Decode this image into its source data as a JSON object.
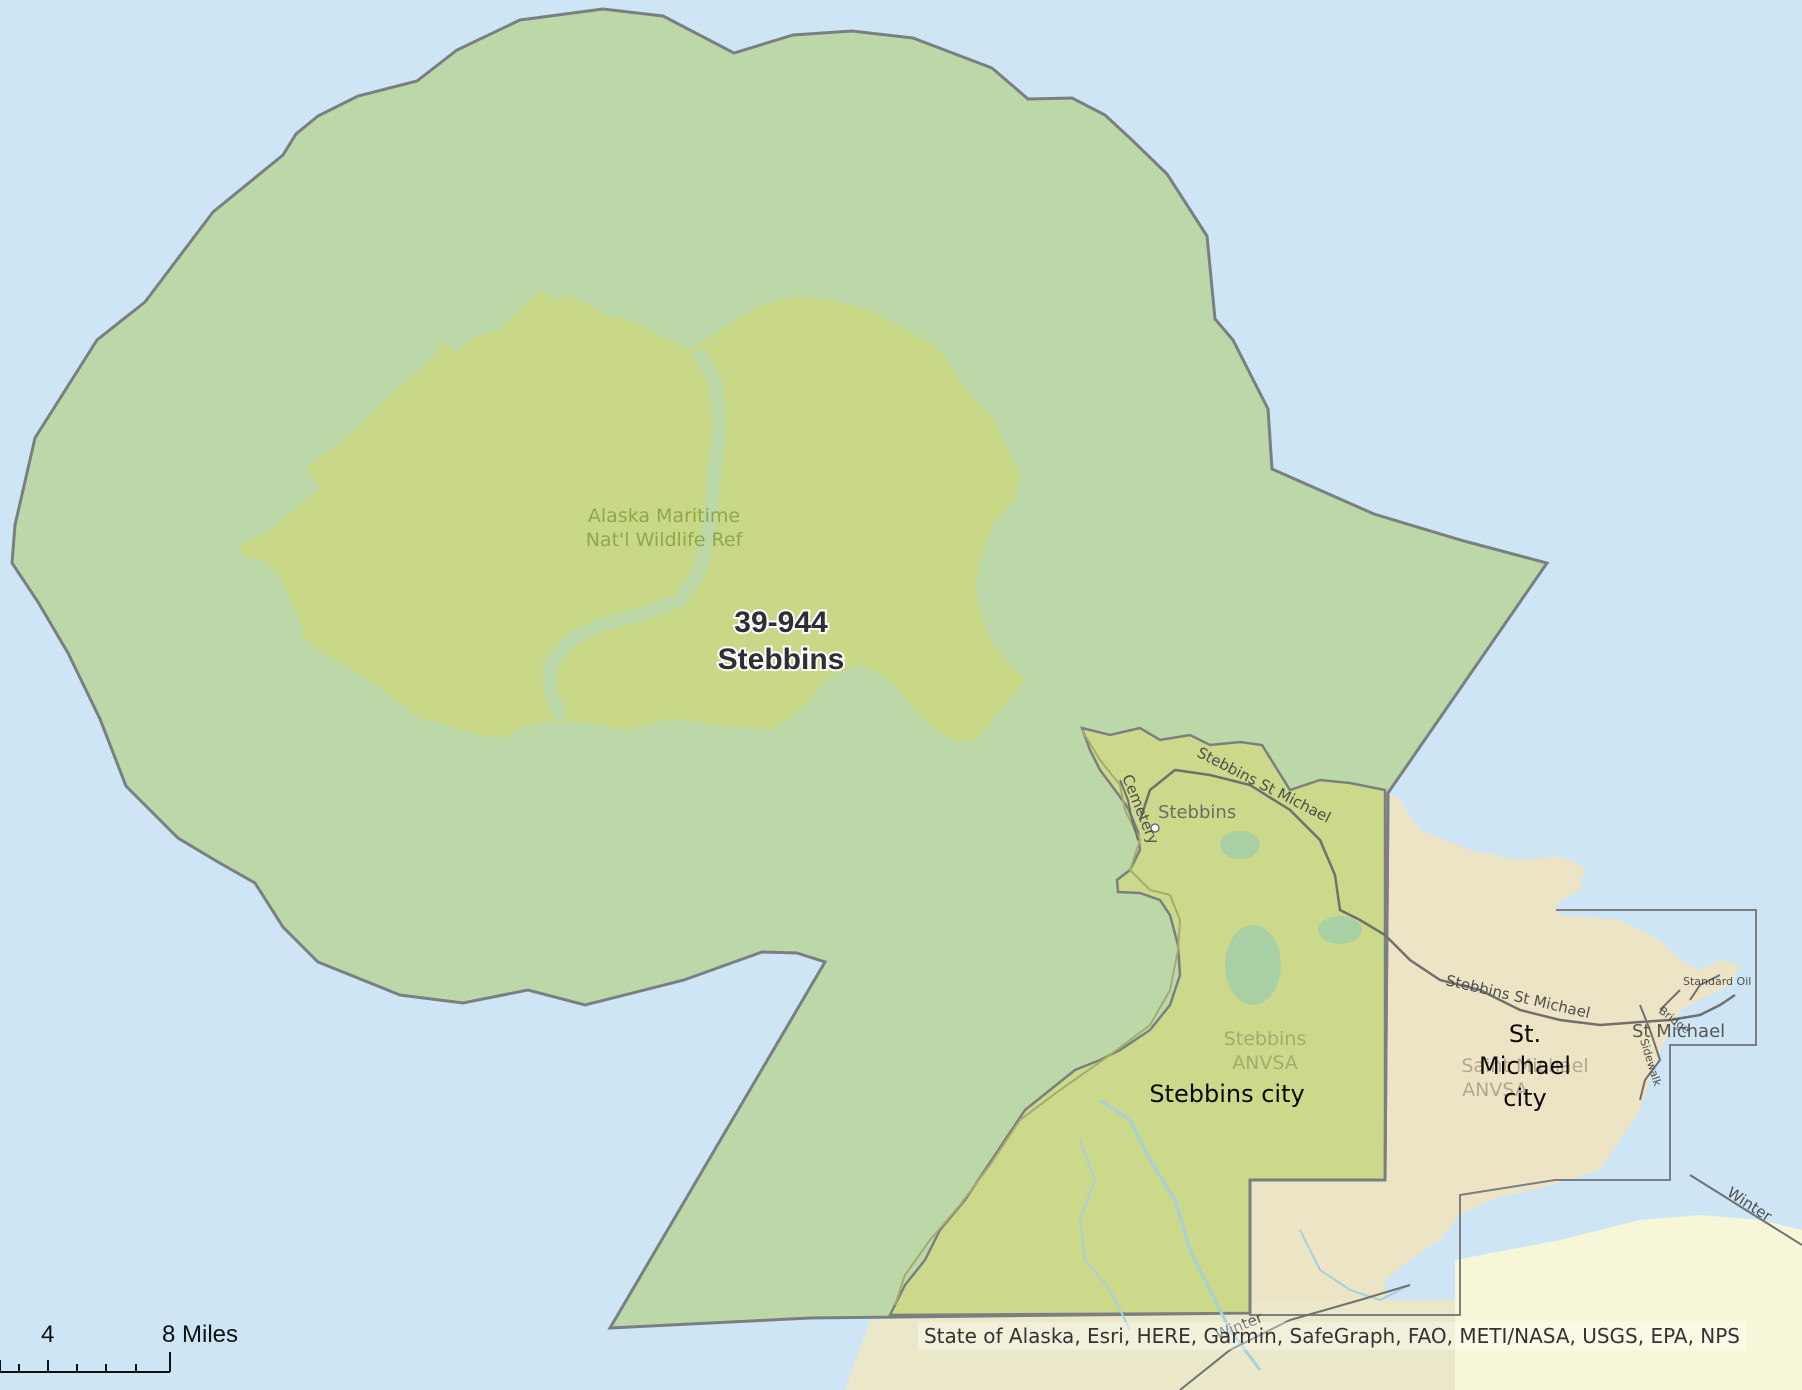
{
  "map": {
    "colors": {
      "water": "#cde5f5",
      "district": "#bdd8a8",
      "refuge": "#c9d886",
      "city_stebbins": "#ccd98a",
      "st_michael_land": "#ede4c6",
      "land_pale": "#f8f6d8",
      "boundary": "#7b7f82",
      "road": "#707070"
    },
    "labels": {
      "district": {
        "line1": "39-944",
        "line2": "Stebbins"
      },
      "refuge": {
        "line1": "Alaska Maritime",
        "line2": "Nat'l Wildlife Ref"
      },
      "stebbins_anvsa": {
        "line1": "Stebbins",
        "line2": "ANVSA"
      },
      "saint_michael_anvsa": {
        "line1": "Saint Michael",
        "line2": "ANVSA"
      },
      "stebbins_city": "Stebbins city",
      "st_michael_city": {
        "line1": "St.",
        "line2": "Michael",
        "line3": "city"
      },
      "stebbins_place": "Stebbins",
      "st_michael_place": "St Michael"
    },
    "roads": {
      "stebbins_st_michael_1": "Stebbins St Michael",
      "stebbins_st_michael_2": "Stebbins St Michael",
      "cemetery": "Cemetery",
      "winter_1": "Winter",
      "winter_2": "Winter",
      "bridge": "Bridge",
      "sidewalk": "Sidewalk",
      "standard_oil": "Standard Oil"
    },
    "scale_bar": {
      "label_4": "4",
      "label_8": "8 Miles"
    },
    "attribution": "State of Alaska, Esri, HERE, Garmin, SafeGraph, FAO, METI/NASA, USGS, EPA, NPS"
  }
}
